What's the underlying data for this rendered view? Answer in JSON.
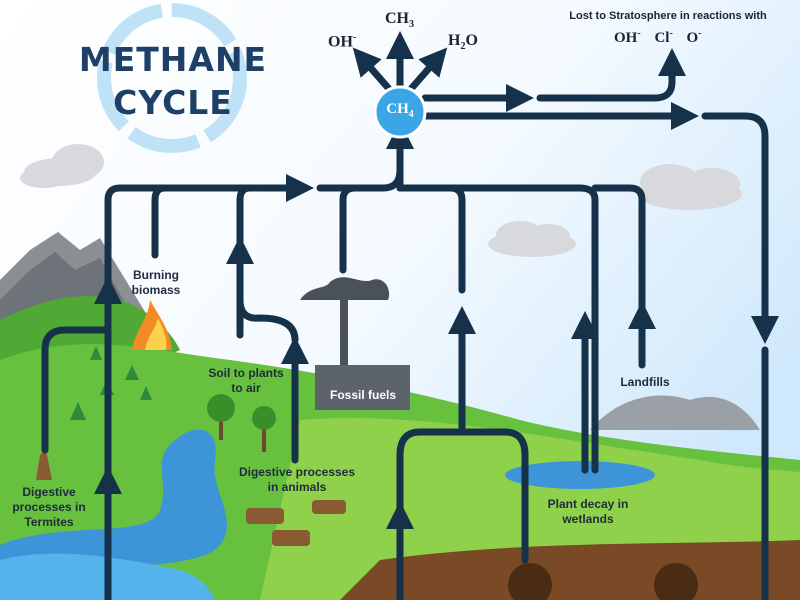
{
  "title": {
    "line1": "METHANE",
    "line2": "CYCLE"
  },
  "center": {
    "base": "CH",
    "sub": "4"
  },
  "products": {
    "oh": {
      "base": "OH",
      "sup": "-"
    },
    "ch3": {
      "base": "CH",
      "sub": "3"
    },
    "h2o": {
      "base": "H",
      "sub": "2",
      "tail": "O"
    }
  },
  "stratosphere": {
    "caption": "Lost to Stratosphere in reactions with",
    "ions": [
      {
        "base": "OH",
        "sup": "-"
      },
      {
        "base": "Cl",
        "sup": "-"
      },
      {
        "base": "O",
        "sup": "-"
      }
    ]
  },
  "sources": {
    "burning": {
      "line1": "Burning",
      "line2": "biomass"
    },
    "soil": {
      "line1": "Soil to plants",
      "line2": "to air"
    },
    "fossil": {
      "line1": "Fossil fuels"
    },
    "landfills": {
      "line1": "Landfills"
    },
    "animals": {
      "line1": "Digestive processes",
      "line2": "in animals"
    },
    "termites": {
      "line1": "Digestive",
      "line2": "processes in",
      "line3": "Termites"
    },
    "wetlands": {
      "line1": "Plant decay in",
      "line2": "wetlands"
    }
  },
  "colors": {
    "arrow": "#16324a",
    "ch4": "#3ba6e6",
    "title": "#1e3f66",
    "grass": "#5fbf3a",
    "water": "#3d94d6"
  }
}
